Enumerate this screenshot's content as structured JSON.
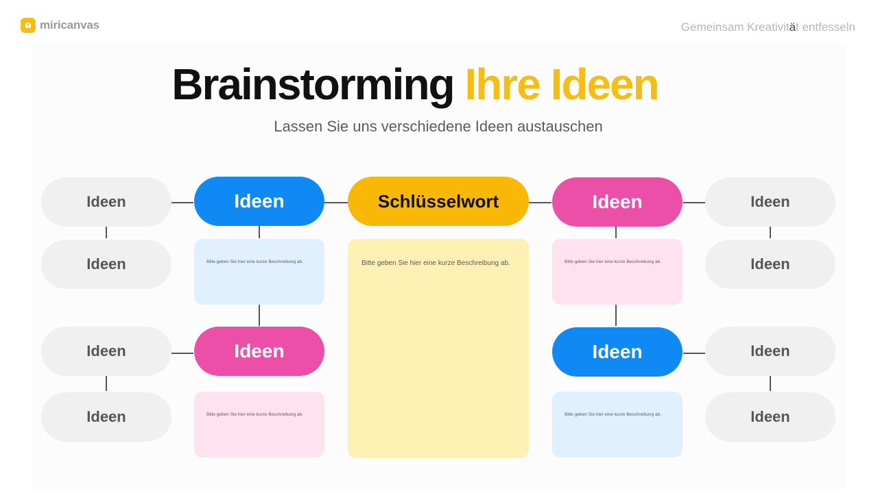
{
  "header": {
    "brand": "miricanvas",
    "brand_icon": "miricanvas-logo-icon",
    "tagline_before": "Gemeinsam Kreativit",
    "tagline_highlight": "ä",
    "tagline_after": "t entfesseln"
  },
  "title": {
    "main": "Brainstorming",
    "accent": "Ihre Ideen"
  },
  "subtitle": "Lassen Sie uns verschiedene Ideen austauschen",
  "diagram": {
    "keyword": "Schlüsselwort",
    "idea": "Ideen",
    "description": "Bitte geben Sie hier eine kurze Beschreibung ab."
  },
  "colors": {
    "accent_yellow": "#f5be16",
    "blue": "#0f8af5",
    "pink": "#ec4fa7",
    "keyword_yellow": "#f9b805",
    "gray_pill": "#f0f0f0"
  }
}
